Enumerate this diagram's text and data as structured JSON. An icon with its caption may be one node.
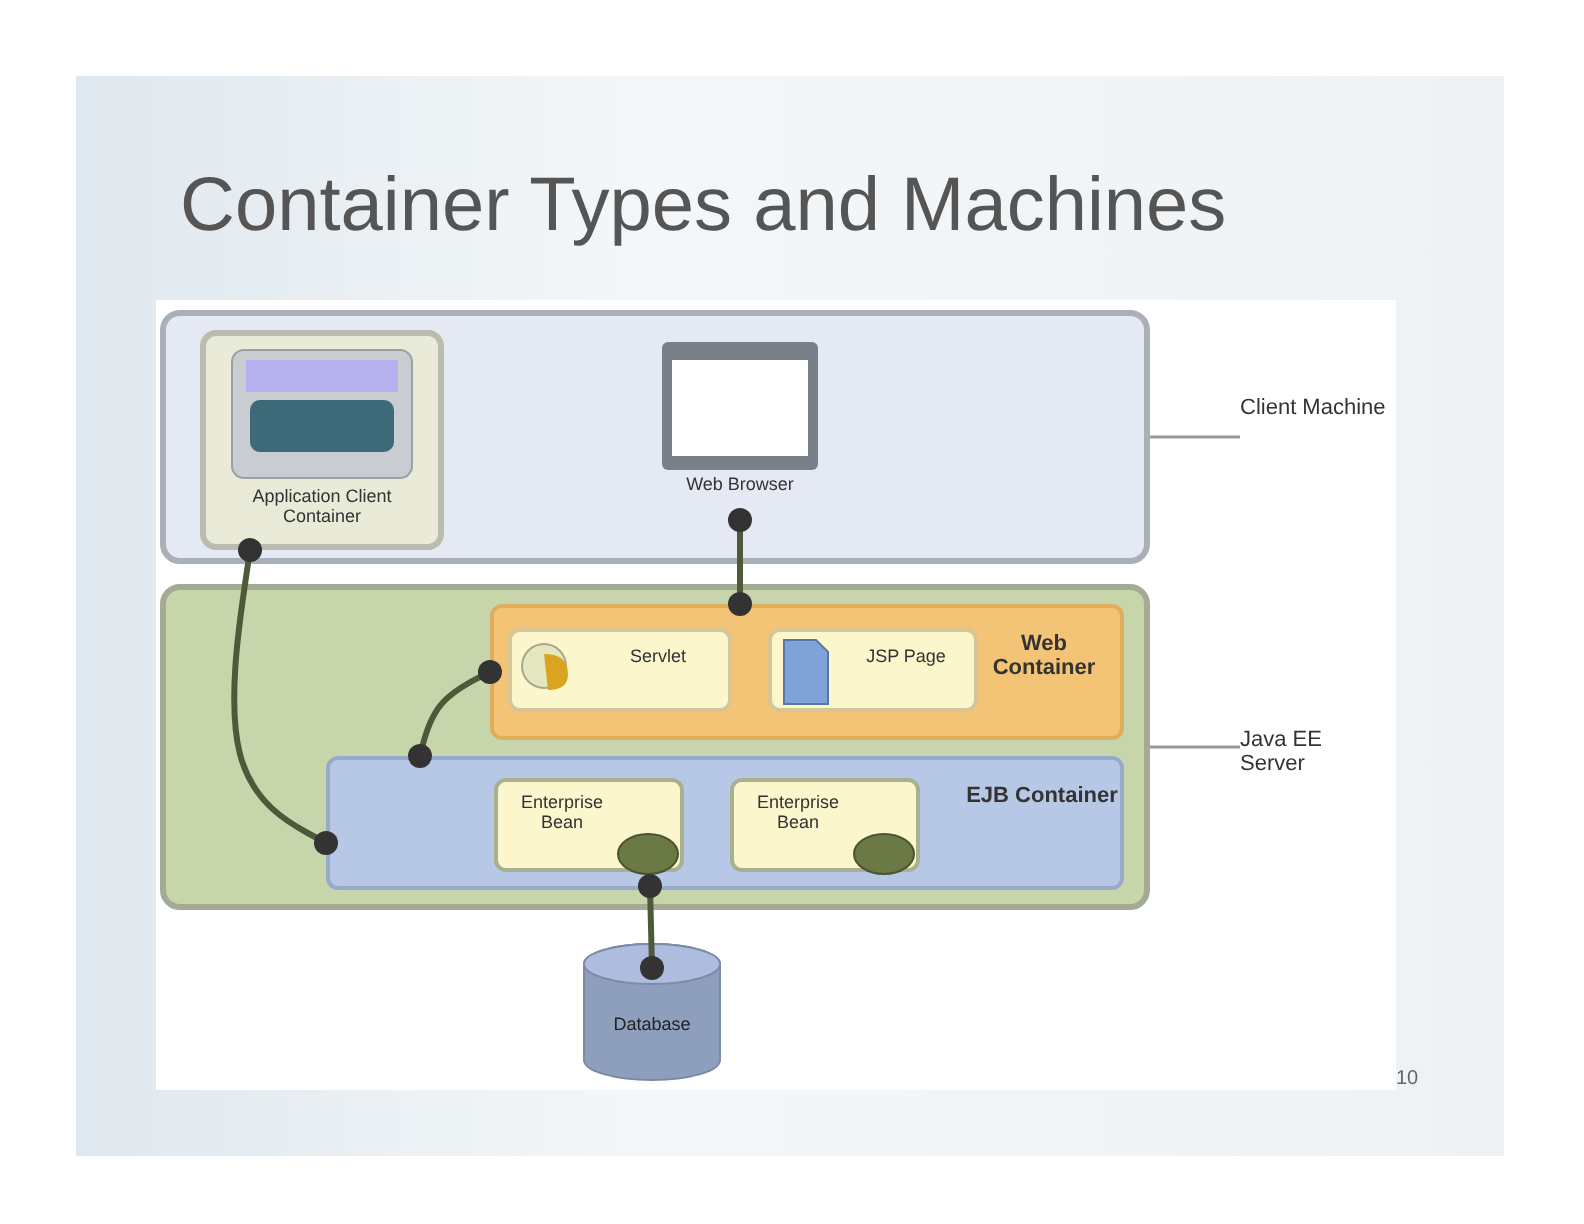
{
  "diagram": {
    "title": "Container Types and Machines",
    "nodes": [
      {
        "text": [],
        "shape": "box"
      },
      {
        "text": [
          "Application Client Container"
        ],
        "in": 0
      },
      {
        "text": [
          "Web Browser"
        ],
        "in": 0
      },
      {
        "text": [],
        "shape": "box"
      },
      {
        "text": [
          "Web Container"
        ],
        "in": 3
      },
      {
        "text": [
          "Servlet"
        ],
        "in": 4
      },
      {
        "text": [
          "JSP Page"
        ],
        "in": 4
      },
      {
        "text": [
          "EJB Container"
        ],
        "in": 3
      },
      {
        "text": [
          "Enterprise Bean"
        ],
        "in": 7
      },
      {
        "text": [
          "Enterprise Bean"
        ],
        "in": 7
      },
      {
        "text": [
          "Database"
        ]
      },
      {
        "text": [
          "Client Machine"
        ]
      },
      {
        "text": [
          "Java EE Server"
        ]
      }
    ],
    "edges": [
      {
        "from": 1,
        "to": 7,
        "arrow": "other"
      },
      {
        "from": 2,
        "to": 4,
        "arrow": "other"
      },
      {
        "from": 4,
        "to": 7,
        "arrow": "other"
      },
      {
        "from": 8,
        "to": 10,
        "arrow": "other"
      },
      {
        "from": 11,
        "to": 0,
        "arrow": "none",
        "color": "#999999"
      },
      {
        "from": 12,
        "to": 3,
        "arrow": "none",
        "color": "#999999"
      }
    ],
    "labels": [
      "10"
    ]
  }
}
